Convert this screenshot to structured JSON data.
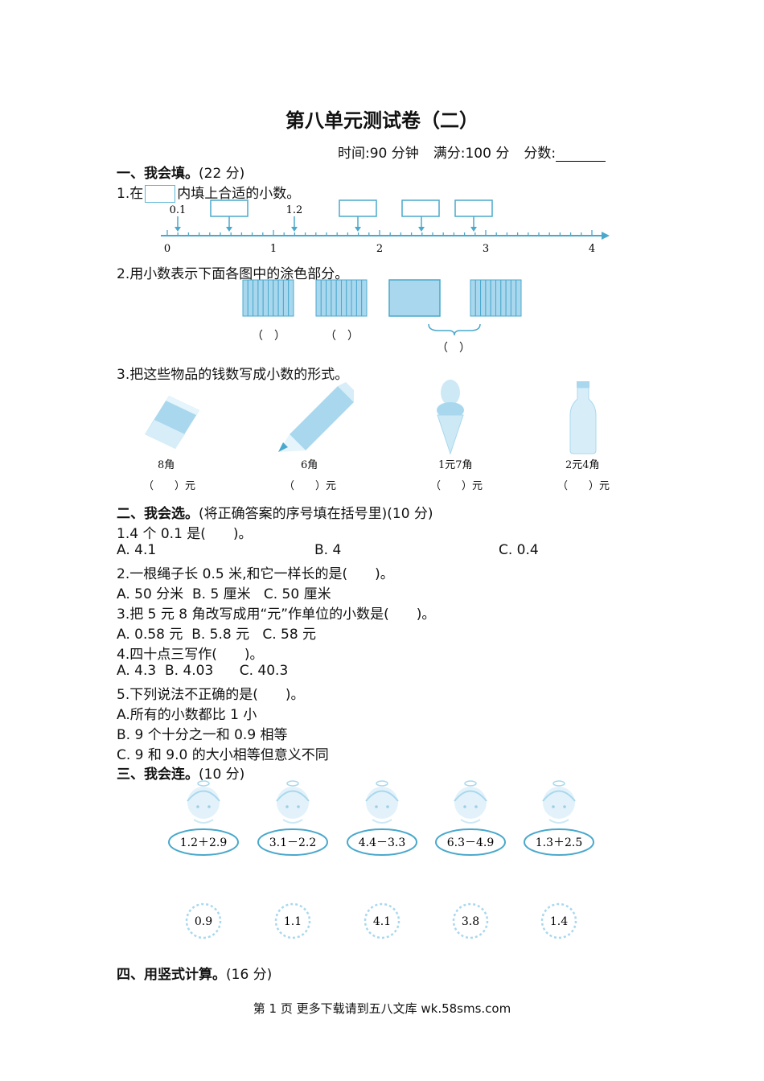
{
  "title": "第八单元测试卷（二）",
  "meta": {
    "time": "时间:90 分钟",
    "full": "满分:100 分",
    "score": "分数:"
  },
  "section1": {
    "heading": "一、我会填。",
    "points": "(22 分)",
    "q1_prefix": "1.在",
    "q1_suffix": "内填上合适的小数。",
    "numberline": {
      "labels": [
        "0",
        "1",
        "2",
        "3",
        "4"
      ],
      "known": [
        "0.1",
        "1.2"
      ]
    },
    "q2": "2.用小数表示下面各图中的涂色部分。",
    "q2_paren": "（　）",
    "q3": "3.把这些物品的钱数写成小数的形式。",
    "items": [
      {
        "name": "eraser",
        "price": "8角",
        "answer": "（　　）元"
      },
      {
        "name": "pencil",
        "price": "6角",
        "answer": "（　　）元"
      },
      {
        "name": "ice-cream",
        "price": "1元7角",
        "answer": "（　　）元"
      },
      {
        "name": "bottle",
        "price": "2元4角",
        "answer": "（　　）元"
      }
    ]
  },
  "section2": {
    "heading": "二、我会选。",
    "note": "(将正确答案的序号填在括号里)(10 分)",
    "q1": "1.4 个 0.1 是(　　)。",
    "q1_opts": [
      "A. 4.1",
      "B. 4",
      "C. 0.4"
    ],
    "q2": "2.一根绳子长 0.5 米,和它一样长的是(　　)。",
    "q2_opts": "A. 50 分米  B. 5 厘米   C. 50 厘米",
    "q3": "3.把 5 元 8 角改写成用“元”作单位的小数是(　　)。",
    "q3_opts": "A. 0.58 元  B. 5.8 元   C. 58 元",
    "q4": "4.四十点三写作(　　)。",
    "q4_opts": "A. 4.3  B. 4.03      C. 40.3",
    "q5": "5.下列说法不正确的是(　　)。",
    "q5_a": "A.所有的小数都比 1 小",
    "q5_b": "B. 9 个十分之一和 0.9 相等",
    "q5_c": "C. 9 和 9.0 的大小相等但意义不同"
  },
  "section3": {
    "heading": "三、我会连。",
    "points": "(10 分)",
    "exprs": [
      "1.2＋2.9",
      "3.1－2.2",
      "4.4－3.3",
      "6.3－4.9",
      "1.3＋2.5"
    ],
    "answers": [
      "0.9",
      "1.1",
      "4.1",
      "3.8",
      "1.4"
    ]
  },
  "section4": {
    "heading": "四、用竖式计算。",
    "points": "(16 分)"
  },
  "footer": "第 1 页 更多下载请到五八文库 wk.58sms.com",
  "colors": {
    "accent": "#4aa8cc",
    "light": "#cde9f5",
    "fill": "#a9d8ee"
  }
}
